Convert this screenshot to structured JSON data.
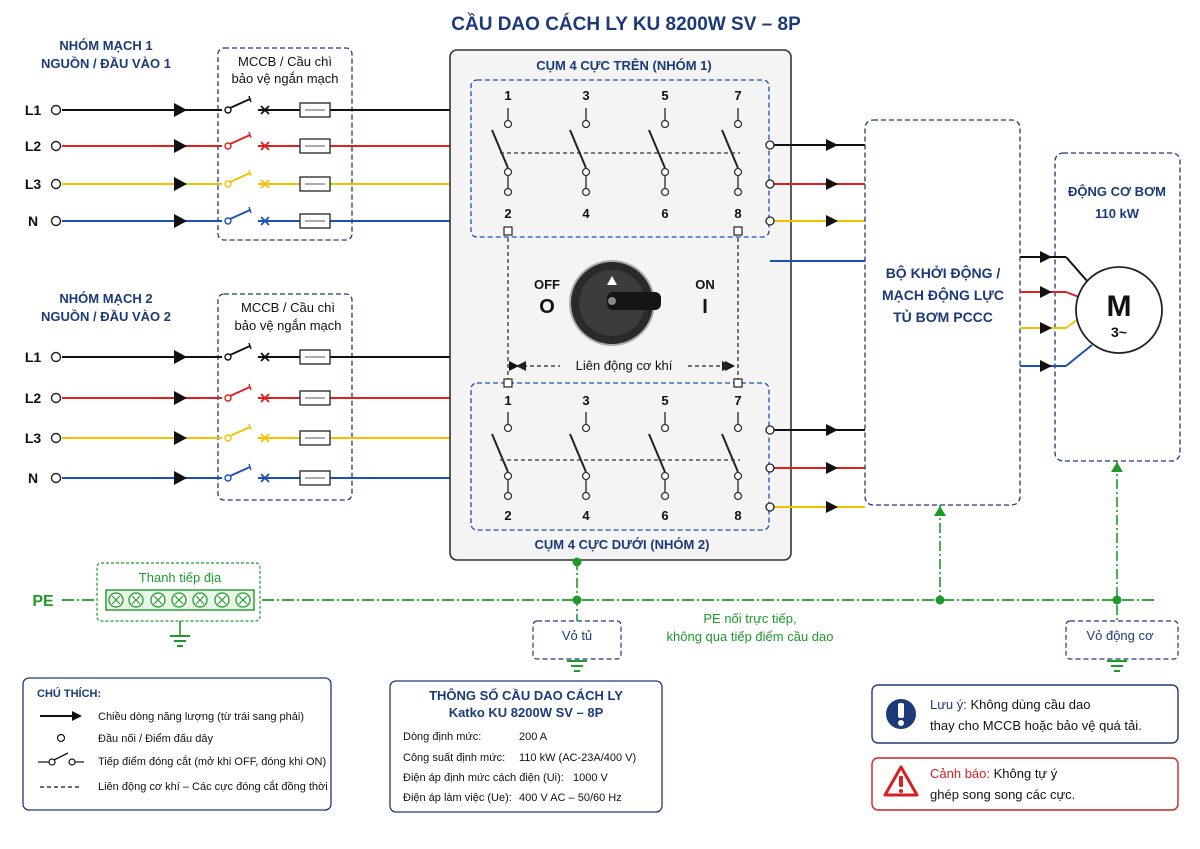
{
  "title": "CẦU DAO CÁCH LY KU 8200W SV – 8P",
  "colors": {
    "L1": "#111111",
    "L2": "#e0201e",
    "L3": "#f2c200",
    "N": "#1d4fb8",
    "PE": "#1f9a2a",
    "navy": "#1c3a7a",
    "warning_red": "#d42020"
  },
  "group1": {
    "title_line1": "NHÓM MẠCH 1",
    "title_line2": "NGUỒN / ĐẦU VÀO 1",
    "mccb_line1": "MCCB / Cầu chì",
    "mccb_line2": "bảo vệ ngắn mạch"
  },
  "group2": {
    "title_line1": "NHÓM MẠCH 2",
    "title_line2": "NGUỒN / ĐẦU VÀO 2",
    "mccb_line1": "MCCB / Cầu chì",
    "mccb_line2": "bảo vệ ngắn mạch"
  },
  "phases": [
    "L1",
    "L2",
    "L3",
    "N"
  ],
  "upper_cluster": {
    "title": "CỤM 4 CỰC TRÊN (NHÓM 1)",
    "top_terminals": [
      "1",
      "3",
      "5",
      "7"
    ],
    "bottom_terminals": [
      "2",
      "4",
      "6",
      "8"
    ]
  },
  "lower_cluster": {
    "title": "CỤM 4 CỰC DƯỚI (NHÓM 2)",
    "top_terminals": [
      "1",
      "3",
      "5",
      "7"
    ],
    "bottom_terminals": [
      "2",
      "4",
      "6",
      "8"
    ]
  },
  "handle": {
    "off_label": "OFF",
    "off_symbol": "O",
    "on_label": "ON",
    "on_symbol": "I"
  },
  "interlock_label": "Liên động cơ khí",
  "starter": {
    "line1": "BỘ KHỞI ĐỘNG /",
    "line2": "MẠCH ĐỘNG LỰC",
    "line3": "TỦ BƠM PCCC"
  },
  "motor": {
    "title_line1": "ĐỘNG CƠ BƠM",
    "title_line2": "110 kW",
    "symbol": "M",
    "subsymbol": "3~"
  },
  "pe": {
    "label": "PE",
    "busbar_label": "Thanh tiếp địa",
    "enclosure_label": "Vỏ tủ",
    "motor_frame_label": "Vỏ động cơ",
    "note_line1": "PE nối trực tiếp,",
    "note_line2": "không qua tiếp điểm cầu dao"
  },
  "legend": {
    "title": "CHÚ THÍCH:",
    "items": [
      "Chiều dòng năng lượng (từ trái sang phải)",
      "Đầu nối / Điểm đấu dây",
      "Tiếp điểm đóng cắt (mở khi OFF, đóng khi ON)",
      "Liên động cơ khí – Các cực đóng cắt đồng thời"
    ]
  },
  "specs": {
    "title_line1": "THÔNG SỐ CẦU DAO CÁCH LY",
    "title_line2": "Katko KU 8200W SV – 8P",
    "rows": [
      {
        "label": "Dòng định mức:",
        "value": "200 A"
      },
      {
        "label": "Công suất định mức:",
        "value": "110 kW (AC-23A/400 V)"
      },
      {
        "label": "Điện áp định mức cách điện (Ui):",
        "value": "1000 V"
      },
      {
        "label": "Điện áp làm việc (Ue):",
        "value": "400 V AC – 50/60 Hz"
      }
    ]
  },
  "note_box": {
    "lead": "Lưu ý:",
    "line1_rest": " Không dùng cầu dao",
    "line2": "thay cho MCCB hoặc bảo vệ quá tải."
  },
  "warning_box": {
    "lead": "Cảnh báo:",
    "line1_rest": " Không tự ý",
    "line2": "ghép song song các cực."
  }
}
